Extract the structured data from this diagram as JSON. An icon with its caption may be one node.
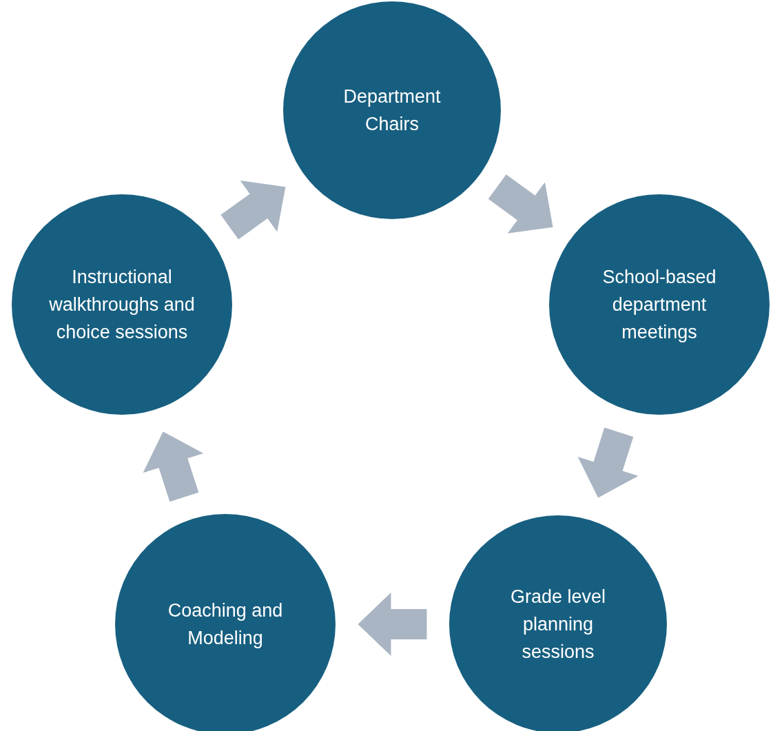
{
  "diagram": {
    "nodes": [
      {
        "text": [
          "Department Chairs"
        ]
      },
      {
        "text": [
          "School-based department meetings"
        ]
      },
      {
        "text": [
          "Grade level planning sessions"
        ]
      },
      {
        "text": [
          "Coaching and Modeling"
        ]
      },
      {
        "text": [
          "Instructional walkthroughs and choice sessions"
        ]
      }
    ],
    "edges": [
      {
        "from": 0,
        "to": 1,
        "arrow": "to"
      },
      {
        "from": 1,
        "to": 2,
        "arrow": "to"
      },
      {
        "from": 2,
        "to": 3,
        "arrow": "to"
      },
      {
        "from": 3,
        "to": 4,
        "arrow": "to"
      },
      {
        "from": 4,
        "to": 0,
        "arrow": "to"
      }
    ]
  }
}
